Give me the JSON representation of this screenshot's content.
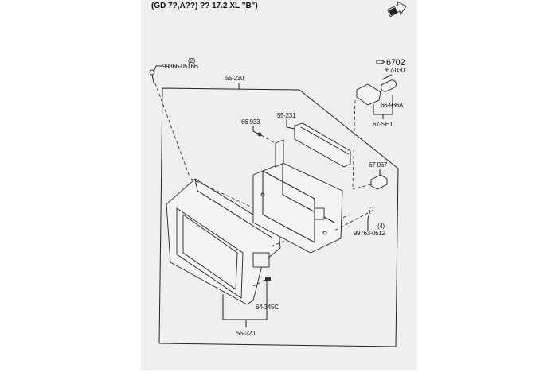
{
  "header": {
    "caption": "(GD 7?,A??) ?? 17.2 XL \"B\")"
  },
  "labels": {
    "screw_top": "99866-0516B",
    "screw_top_qty": "(2)",
    "panel_assembly": "55-230",
    "clip": "66-933",
    "bracket": "55-231",
    "ref_section": "6702",
    "ref_part": "/67-030",
    "socket": "66-936A",
    "harness": "67-SH1",
    "connector": "67-067",
    "screw_right_qty": "(4)",
    "screw_right": "99763-0512",
    "clip_bottom": "64-345C",
    "front_panel": "55-220"
  },
  "icons": [
    "front-arrow-icon",
    "reference-hand-icon"
  ]
}
